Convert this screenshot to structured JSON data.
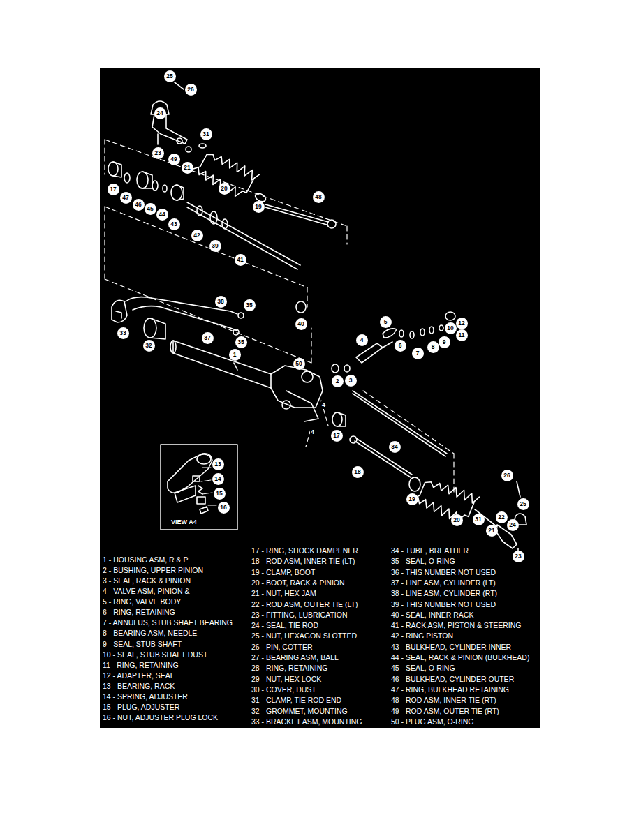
{
  "diagram": {
    "labels": [
      "25",
      "26",
      "24",
      "23",
      "49",
      "21",
      "31",
      "20",
      "19",
      "48",
      "17",
      "47",
      "46",
      "45",
      "44",
      "43",
      "42",
      "39",
      "41",
      "40",
      "38",
      "35",
      "37",
      "35",
      "33",
      "32",
      "1",
      "50",
      "2",
      "3",
      "4",
      "5",
      "6",
      "7",
      "8",
      "9",
      "10",
      "11",
      "12",
      "34",
      "17",
      "18",
      "19",
      "20",
      "31",
      "21",
      "22",
      "24",
      "25",
      "26",
      "23",
      "13",
      "14",
      "15",
      "16",
      "VIEW A4",
      "4",
      "4",
      "1 - HOUSING ASM, R & P",
      "2 - BUSHING, UPPER PINION",
      "3 - SEAL, RACK & PINION",
      "4 - VALVE ASM, PINION &",
      "5 - RING, VALVE BODY",
      "6 - RING, RETAINING",
      "7 - ANNULUS, STUB SHAFT BEARING",
      "8 - BEARING ASM, NEEDLE",
      "9 - SEAL, STUB SHAFT",
      "10 - SEAL, STUB SHAFT DUST",
      "11 - RING, RETAINING",
      "12 - ADAPTER, SEAL",
      "13 - BEARING, RACK",
      "14 - SPRING, ADJUSTER",
      "15 - PLUG, ADJUSTER",
      "16 - NUT, ADJUSTER PLUG LOCK",
      "17 - RING, SHOCK DAMPENER",
      "18 - ROD ASM, INNER TIE (LT)",
      "19 - CLAMP, BOOT",
      "20 - BOOT, RACK & PINION",
      "21 - NUT, HEX JAM",
      "22 - ROD ASM, OUTER TIE (LT)",
      "23 - FITTING, LUBRICATION",
      "24 - SEAL, TIE ROD",
      "25 - NUT, HEXAGON SLOTTED",
      "26 - PIN, COTTER",
      "27 - BEARING ASM, BALL",
      "28 - RING, RETAINING",
      "29 - NUT, HEX LOCK",
      "30 - COVER, DUST",
      "31 - CLAMP, TIE ROD END",
      "32 - GROMMET, MOUNTING",
      "33 - BRACKET ASM, MOUNTING",
      "34 - TUBE, BREATHER",
      "35 - SEAL, O-RING",
      "36 - THIS NUMBER NOT USED",
      "37 - LINE ASM, CYLINDER (LT)",
      "38 - LINE ASM, CYLINDER (RT)",
      "39 - THIS NUMBER NOT USED",
      "40 - SEAL, INNER RACK",
      "41 - RACK ASM, PISTON & STEERING",
      "42 - RING PISTON",
      "43 - BULKHEAD, CYLINDER INNER",
      "44 - SEAL, RACK & PINION (BULKHEAD)",
      "45 - SEAL, O-RING",
      "46 - BULKHEAD, CYLINDER OUTER",
      "47 - RING, BULKHEAD RETAINING",
      "48 - ROD ASM, INNER TIE (RT)",
      "49 - ROD ASM, OUTER TIE (RT)",
      "50 - PLUG ASM, O-RING"
    ]
  }
}
